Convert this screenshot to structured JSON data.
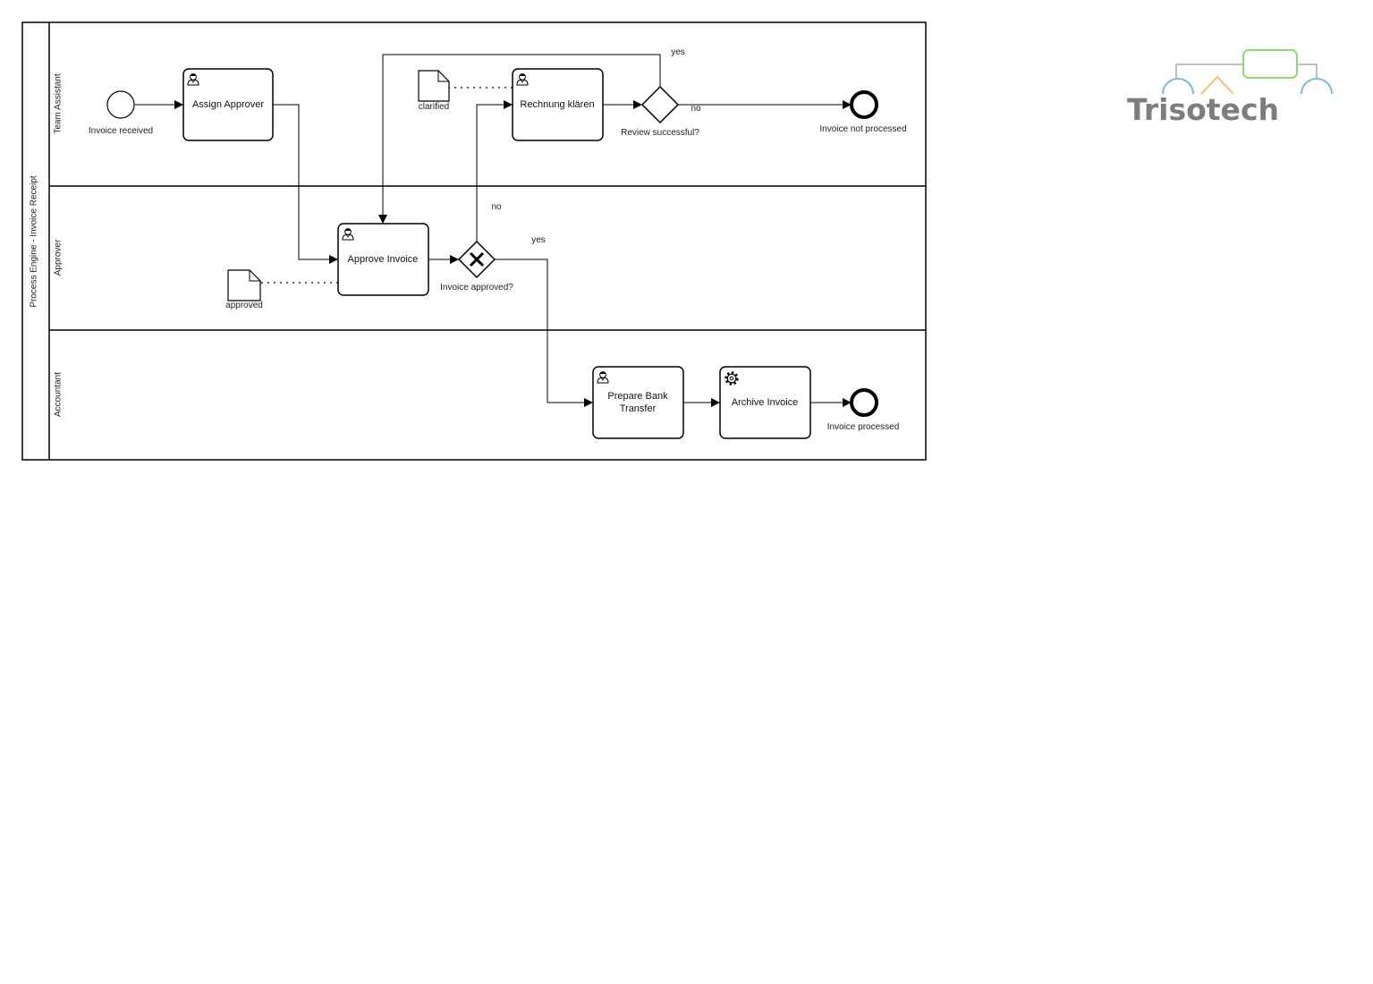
{
  "pool": {
    "label": "Process Engine - Invoice Receipt"
  },
  "lanes": [
    {
      "id": "team-assistant",
      "label": "Team Assistant"
    },
    {
      "id": "approver",
      "label": "Approver"
    },
    {
      "id": "accountant",
      "label": "Accountant"
    }
  ],
  "events": {
    "start": "Invoice received",
    "end_not_processed": "Invoice not processed",
    "end_processed": "Invoice processed"
  },
  "tasks": {
    "assign_approver": "Assign Approver",
    "approve_invoice": "Approve Invoice",
    "rechnung_klaeren": "Rechnung klären",
    "prepare_bank_transfer_line1": "Prepare Bank",
    "prepare_bank_transfer_line2": "Transfer",
    "archive_invoice": "Archive Invoice"
  },
  "gateways": {
    "invoice_approved": "Invoice approved?",
    "review_successful": "Review successful?"
  },
  "data_objects": {
    "clarified": "clarified",
    "approved": "approved"
  },
  "flow_labels": {
    "review_yes": "yes",
    "review_no": "no",
    "approved_no": "no",
    "approved_yes": "yes"
  },
  "logo": {
    "text": "Trisotech"
  },
  "colors": {
    "logo_text": "#7d7d7d",
    "logo_blue": "#7fb4dc",
    "logo_orange": "#f3c27a",
    "logo_green": "#8fd67d"
  }
}
